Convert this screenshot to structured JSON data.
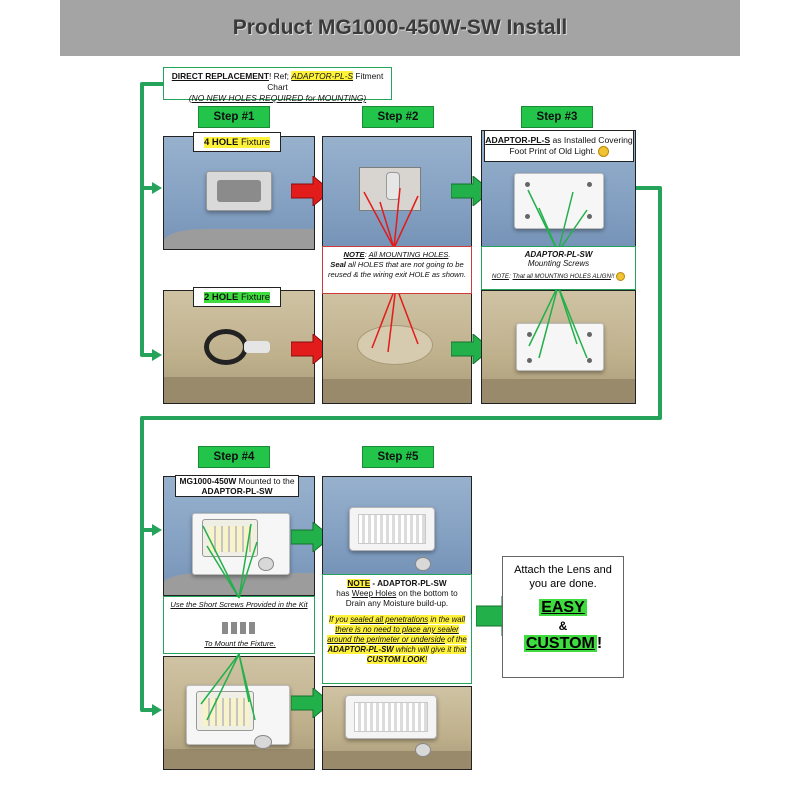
{
  "header": {
    "title": "Product MG1000-450W-SW Install"
  },
  "top_note": {
    "line1_a": "DIRECT REPLACEMENT",
    "line1_b": "!  Ref; ",
    "line1_c": "ADAPTOR-PL-S",
    "line1_d": " Fitment Chart",
    "line2": "(NO NEW HOLES REQUIRED for MOUNTING)"
  },
  "steps": {
    "s1": "Step #1",
    "s2": "Step #2",
    "s3": "Step #3",
    "s4": "Step #4",
    "s5": "Step #5"
  },
  "step1": {
    "four_hole_a": "4 HOLE",
    "four_hole_b": " Fixture",
    "two_hole_a": "2 HOLE",
    "two_hole_b": " Fixture"
  },
  "step2_note": {
    "a": "NOTE",
    "b": ": ",
    "c": "All MOUNTING HOLES",
    "d": ".",
    "e": "Seal",
    "f": " all HOLES that are not going to be reused & the wiring exit HOLE as shown."
  },
  "step3": {
    "label_a": "ADAPTOR-PL-S",
    "label_b": " as Installed Covering Foot Print of Old Light. ",
    "screws_a": "ADAPTOR-PL-SW",
    "screws_b": "Mounting Screws",
    "note_a": "NOTE",
    "note_b": ": ",
    "note_c": "That all MOUNTING HOLES ALIGN",
    "note_d": "!! "
  },
  "step4": {
    "label_a": "MG1000-450W",
    "label_b": " Mounted to the ",
    "label_c": "ADAPTOR-PL-SW",
    "screws_top": "Use the Short Screws Provided in the Kit",
    "screws_bottom": "To Mount the Fixture."
  },
  "step5_note": {
    "a": "NOTE",
    "b": " - ADAPTOR-PL-SW",
    "c": "has ",
    "d": "Weep Holes",
    "e": " on the bottom to Drain any Moisture build-up.",
    "f": "If you ",
    "g": "sealed all penetrations",
    "h": " in the wall ",
    "i": "there is no need to place any sealer around the perimeter or underside",
    "j": " of the ",
    "k": "ADAPTOR-PL-SW",
    "l": " which will give it that ",
    "m": "CUSTOM LOOK",
    "n": "!"
  },
  "final_box": {
    "line1": "Attach the Lens and you are done.",
    "easy": "EASY",
    "amp": "&",
    "custom": "CUSTOM",
    "bang": "!"
  },
  "colors": {
    "banner": "#a4a4a4",
    "step_green": "#22c44a",
    "connector_green": "#25a35a",
    "arrow_red": "#e21b1b",
    "highlight_yellow": "#fff23a",
    "highlight_green": "#3fdc3f"
  }
}
